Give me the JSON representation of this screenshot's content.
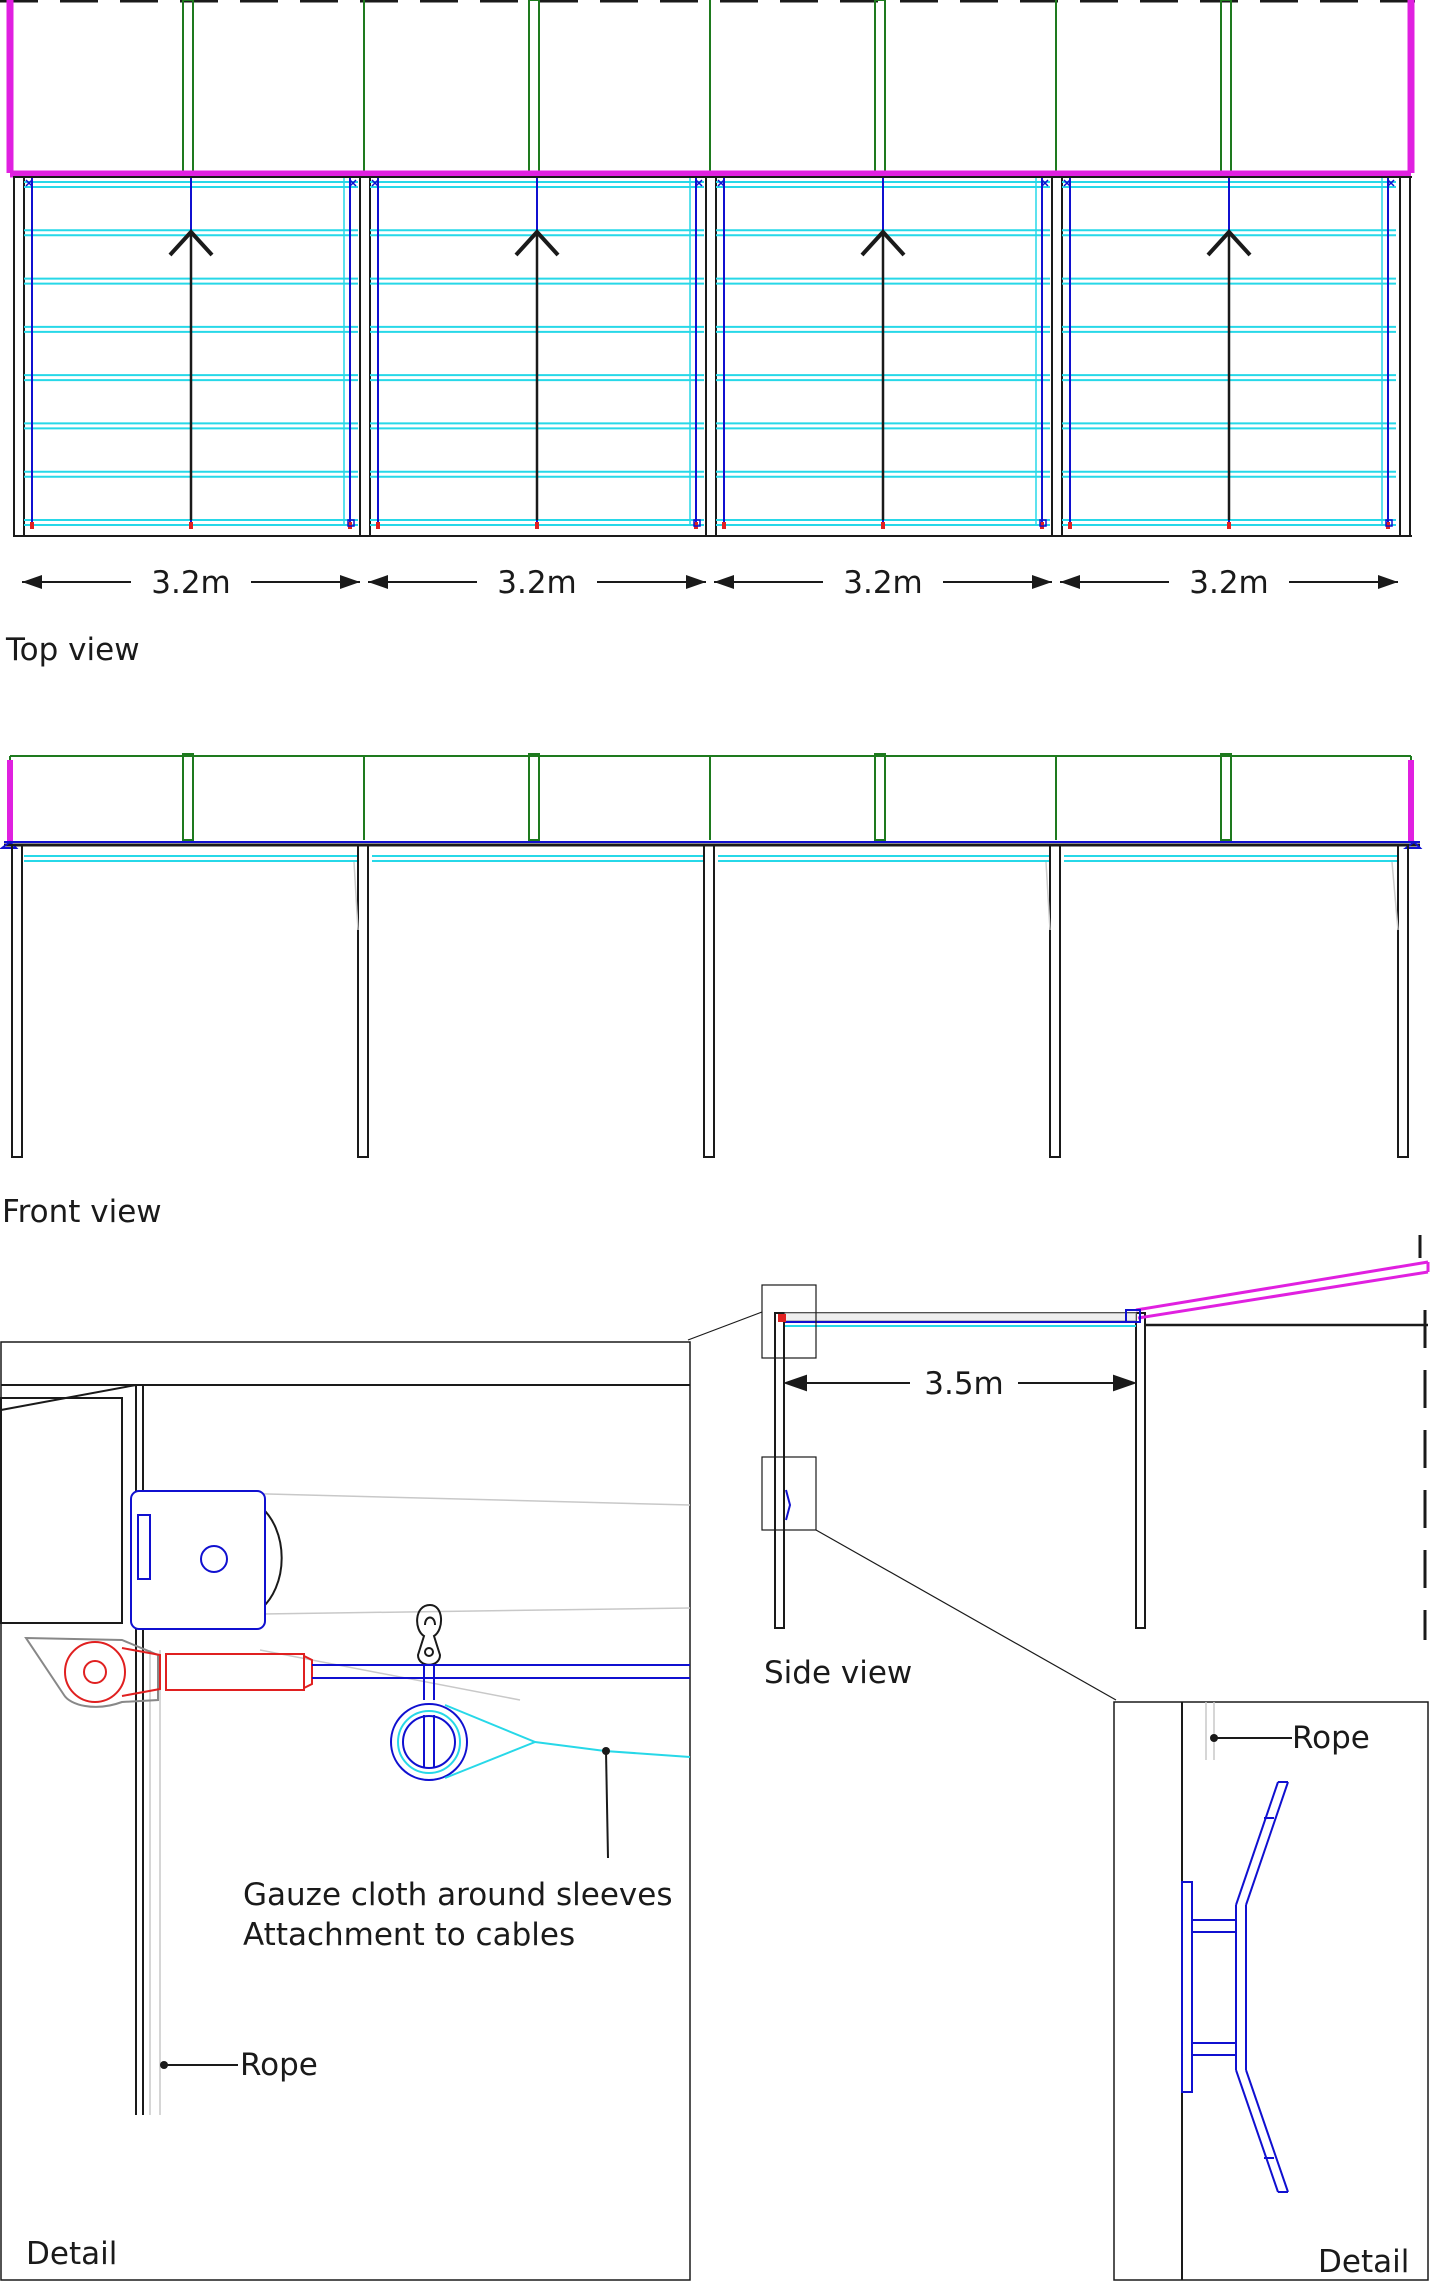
{
  "top_view": {
    "title": "Top view",
    "bay_width_label": "3.2m",
    "bay_count": 4,
    "net_row_count": 8
  },
  "front_view": {
    "title": "Front view"
  },
  "side_view": {
    "title": "Side view",
    "depth_label": "3.5m"
  },
  "detail_left": {
    "title": "Detail",
    "callout_line1": "Gauze cloth around sleeves",
    "callout_line2": "Attachment to cables",
    "rope_label": "Rope"
  },
  "detail_right": {
    "title": "Detail",
    "rope_label": "Rope"
  },
  "colors": {
    "frame": "#1a1a1a",
    "cable": "#1010d0",
    "net": "#27d8e8",
    "roof": "#1e7a1e",
    "cover": "#e020e0",
    "turnbuckle": "#e02020",
    "rope": "#c8c8c8"
  }
}
